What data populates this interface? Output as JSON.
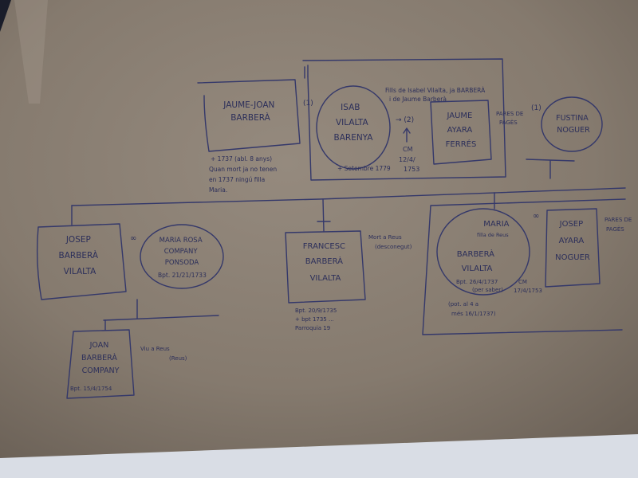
{
  "persons": {
    "jaume": [
      "JAUME-JOAN",
      "BARBERÀ"
    ],
    "isabel": [
      "ISAB",
      "VILALTA",
      "BARENYA"
    ],
    "jaume2": [
      "JAUME",
      "AYARA",
      "FERRÉS"
    ],
    "fustina": [
      "FUSTINA",
      "NOGUER"
    ],
    "josep1": [
      "JOSEP",
      "BARBERÀ",
      "VILALTA"
    ],
    "maria": [
      "MARIA ROSA",
      "COMPANY",
      "PONSODA"
    ],
    "francesc": [
      "FRANCESC",
      "BARBERÀ",
      "VILALTA"
    ],
    "maria2": [
      "MARIA",
      "BARBERÀ",
      "VILALTA"
    ],
    "josep2": [
      "JOSEP",
      "AYARA",
      "NOGUER"
    ],
    "joan": [
      "JOAN",
      "BARBERÀ",
      "COMPANY"
    ]
  },
  "notes": {
    "jaume_marr_num": "(1)",
    "jaume_death": [
      "+ 1737 (abl. 8 anys)",
      "Quan mort ja no tenen",
      "en 1737 ningú filla",
      "Maria."
    ],
    "isabel_death": "+ Setembre 1779",
    "fill_note": [
      "Fills de Isabel Vilalta, ja BARBERÀ",
      "i de Jaume Barberà"
    ],
    "arrow": "→ (2)",
    "mat_date": [
      "CM",
      "12/4/",
      "1753"
    ],
    "pares_jaume2": [
      "PARES DE",
      "PAGÈS"
    ],
    "fustina_num": "(1)",
    "maria_bpt": "Bpt. 21/21/1733",
    "francesc_note": [
      "Mort a Reus",
      "(desconegut)"
    ],
    "francesc_bpt": [
      "Bpt. 20/9/1735",
      "+ bpt 1735 ...",
      "Parroquia 19"
    ],
    "maria2_top": "filla de Reus",
    "maria2_bpt": [
      "Bpt. 26/4/1737",
      "(per saber)"
    ],
    "cm2": [
      "CM",
      "17/4/1753"
    ],
    "maria2_bottom": [
      "(pot. al 4 a",
      "més 16/1/1737)"
    ],
    "pares_josep2": [
      "PARES DE",
      "PAGÈS"
    ],
    "joan_note": [
      "Viu a Reus",
      "(Reus)"
    ],
    "joan_bpt": "Bpt. 15/4/1754"
  }
}
